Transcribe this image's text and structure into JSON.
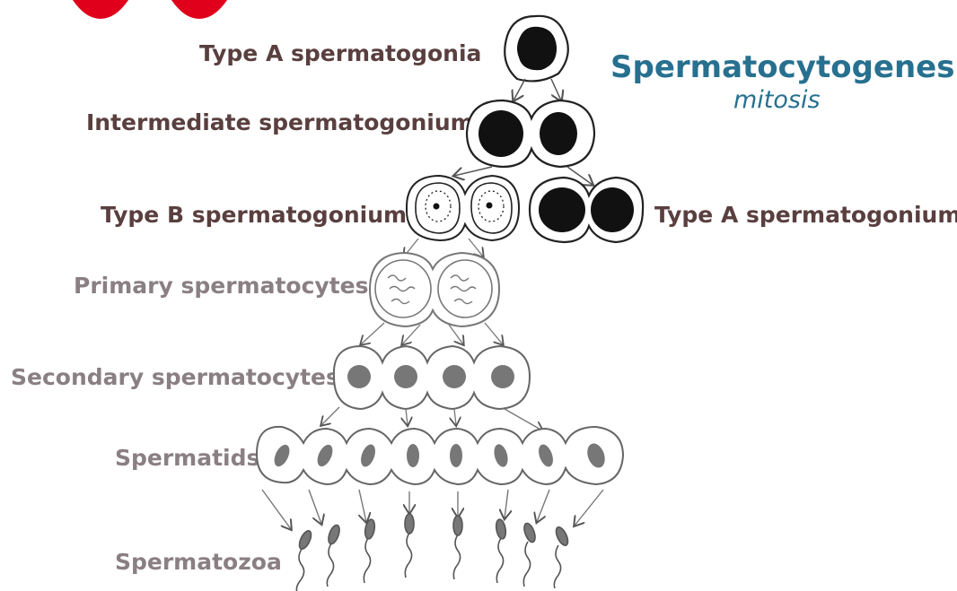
{
  "title": "Spermatocytogenesis",
  "subtitle": "mitosis",
  "labels": {
    "type_a_spermatogonia": "Type A spermatogonia",
    "intermediate_spermatogonium": "Intermediate spermatogonium",
    "type_b_spermatogonium": "Type B spermatogonium",
    "type_a_spermatogonium": "Type A spermatogonium",
    "primary_spermatocytes": "Primary spermatocytes",
    "secondary_spermatocytes": "Secondary spermatocytes",
    "spermatids": "Spermatids",
    "spermatozoa": "Spermatozoa"
  },
  "colors": {
    "title": "#27708f",
    "dark_label": "#5a3f3f",
    "grey_label": "#8a7f82",
    "outline": "#222222",
    "grey_cell": "#777777",
    "watermark": "#e0001b"
  }
}
